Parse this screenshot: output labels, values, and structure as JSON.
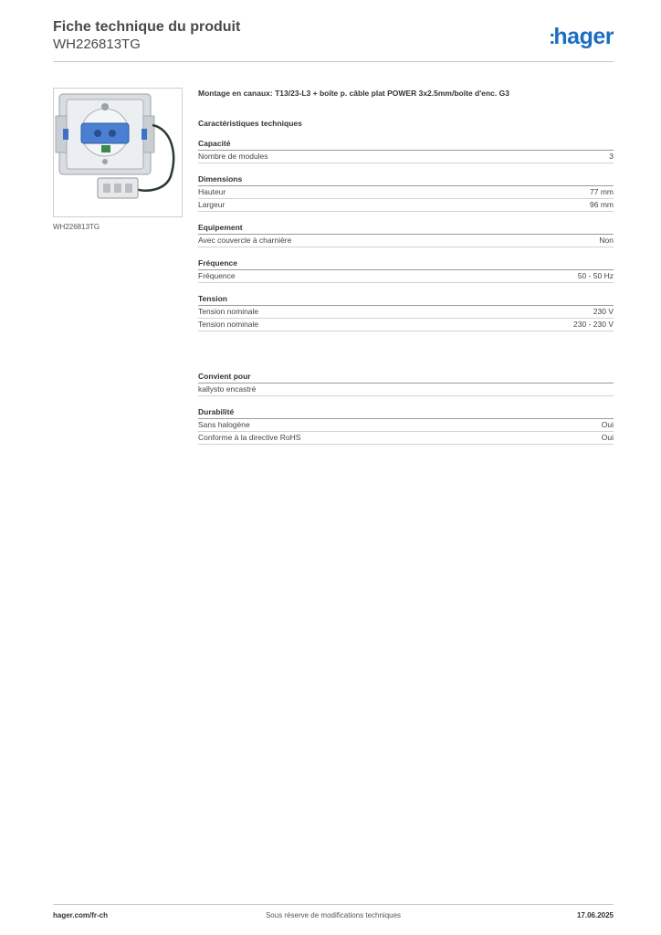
{
  "header": {
    "title": "Fiche technique du produit",
    "reference": "WH226813TG",
    "logo_text": "hager",
    "logo_color": "#1b6ec2"
  },
  "product": {
    "image_caption": "WH226813TG",
    "description": "Montage en canaux: T13/23-L3 + boîte p. câble plat POWER 3x2.5mm/boîte d'enc. G3"
  },
  "specs_heading": "Caractéristiques techniques",
  "groups": [
    {
      "title": "Capacité",
      "rows": [
        {
          "label": "Nombre de modules",
          "value": "3"
        }
      ]
    },
    {
      "title": "Dimensions",
      "rows": [
        {
          "label": "Hauteur",
          "value": "77 mm"
        },
        {
          "label": "Largeur",
          "value": "96 mm"
        }
      ]
    },
    {
      "title": "Equipement",
      "rows": [
        {
          "label": "Avec couvercle à charnière",
          "value": "Non"
        }
      ]
    },
    {
      "title": "Fréquence",
      "rows": [
        {
          "label": "Fréquence",
          "value": "50 - 50 Hz"
        }
      ]
    },
    {
      "title": "Tension",
      "rows": [
        {
          "label": "Tension nominale",
          "value": "230 V"
        },
        {
          "label": "Tension nominale",
          "value": "230 - 230 V"
        }
      ]
    }
  ],
  "groups2": [
    {
      "title": "Convient pour",
      "rows": [
        {
          "label": "kallysto encastré",
          "value": ""
        }
      ]
    },
    {
      "title": "Durabilité",
      "rows": [
        {
          "label": "Sans halogène",
          "value": "Oui"
        },
        {
          "label": "Conforme à la directive RoHS",
          "value": "Oui"
        }
      ]
    }
  ],
  "footer": {
    "website": "hager.com/fr-ch",
    "notice": "Sous réserve de modifications techniques",
    "date": "17.06.2025"
  }
}
